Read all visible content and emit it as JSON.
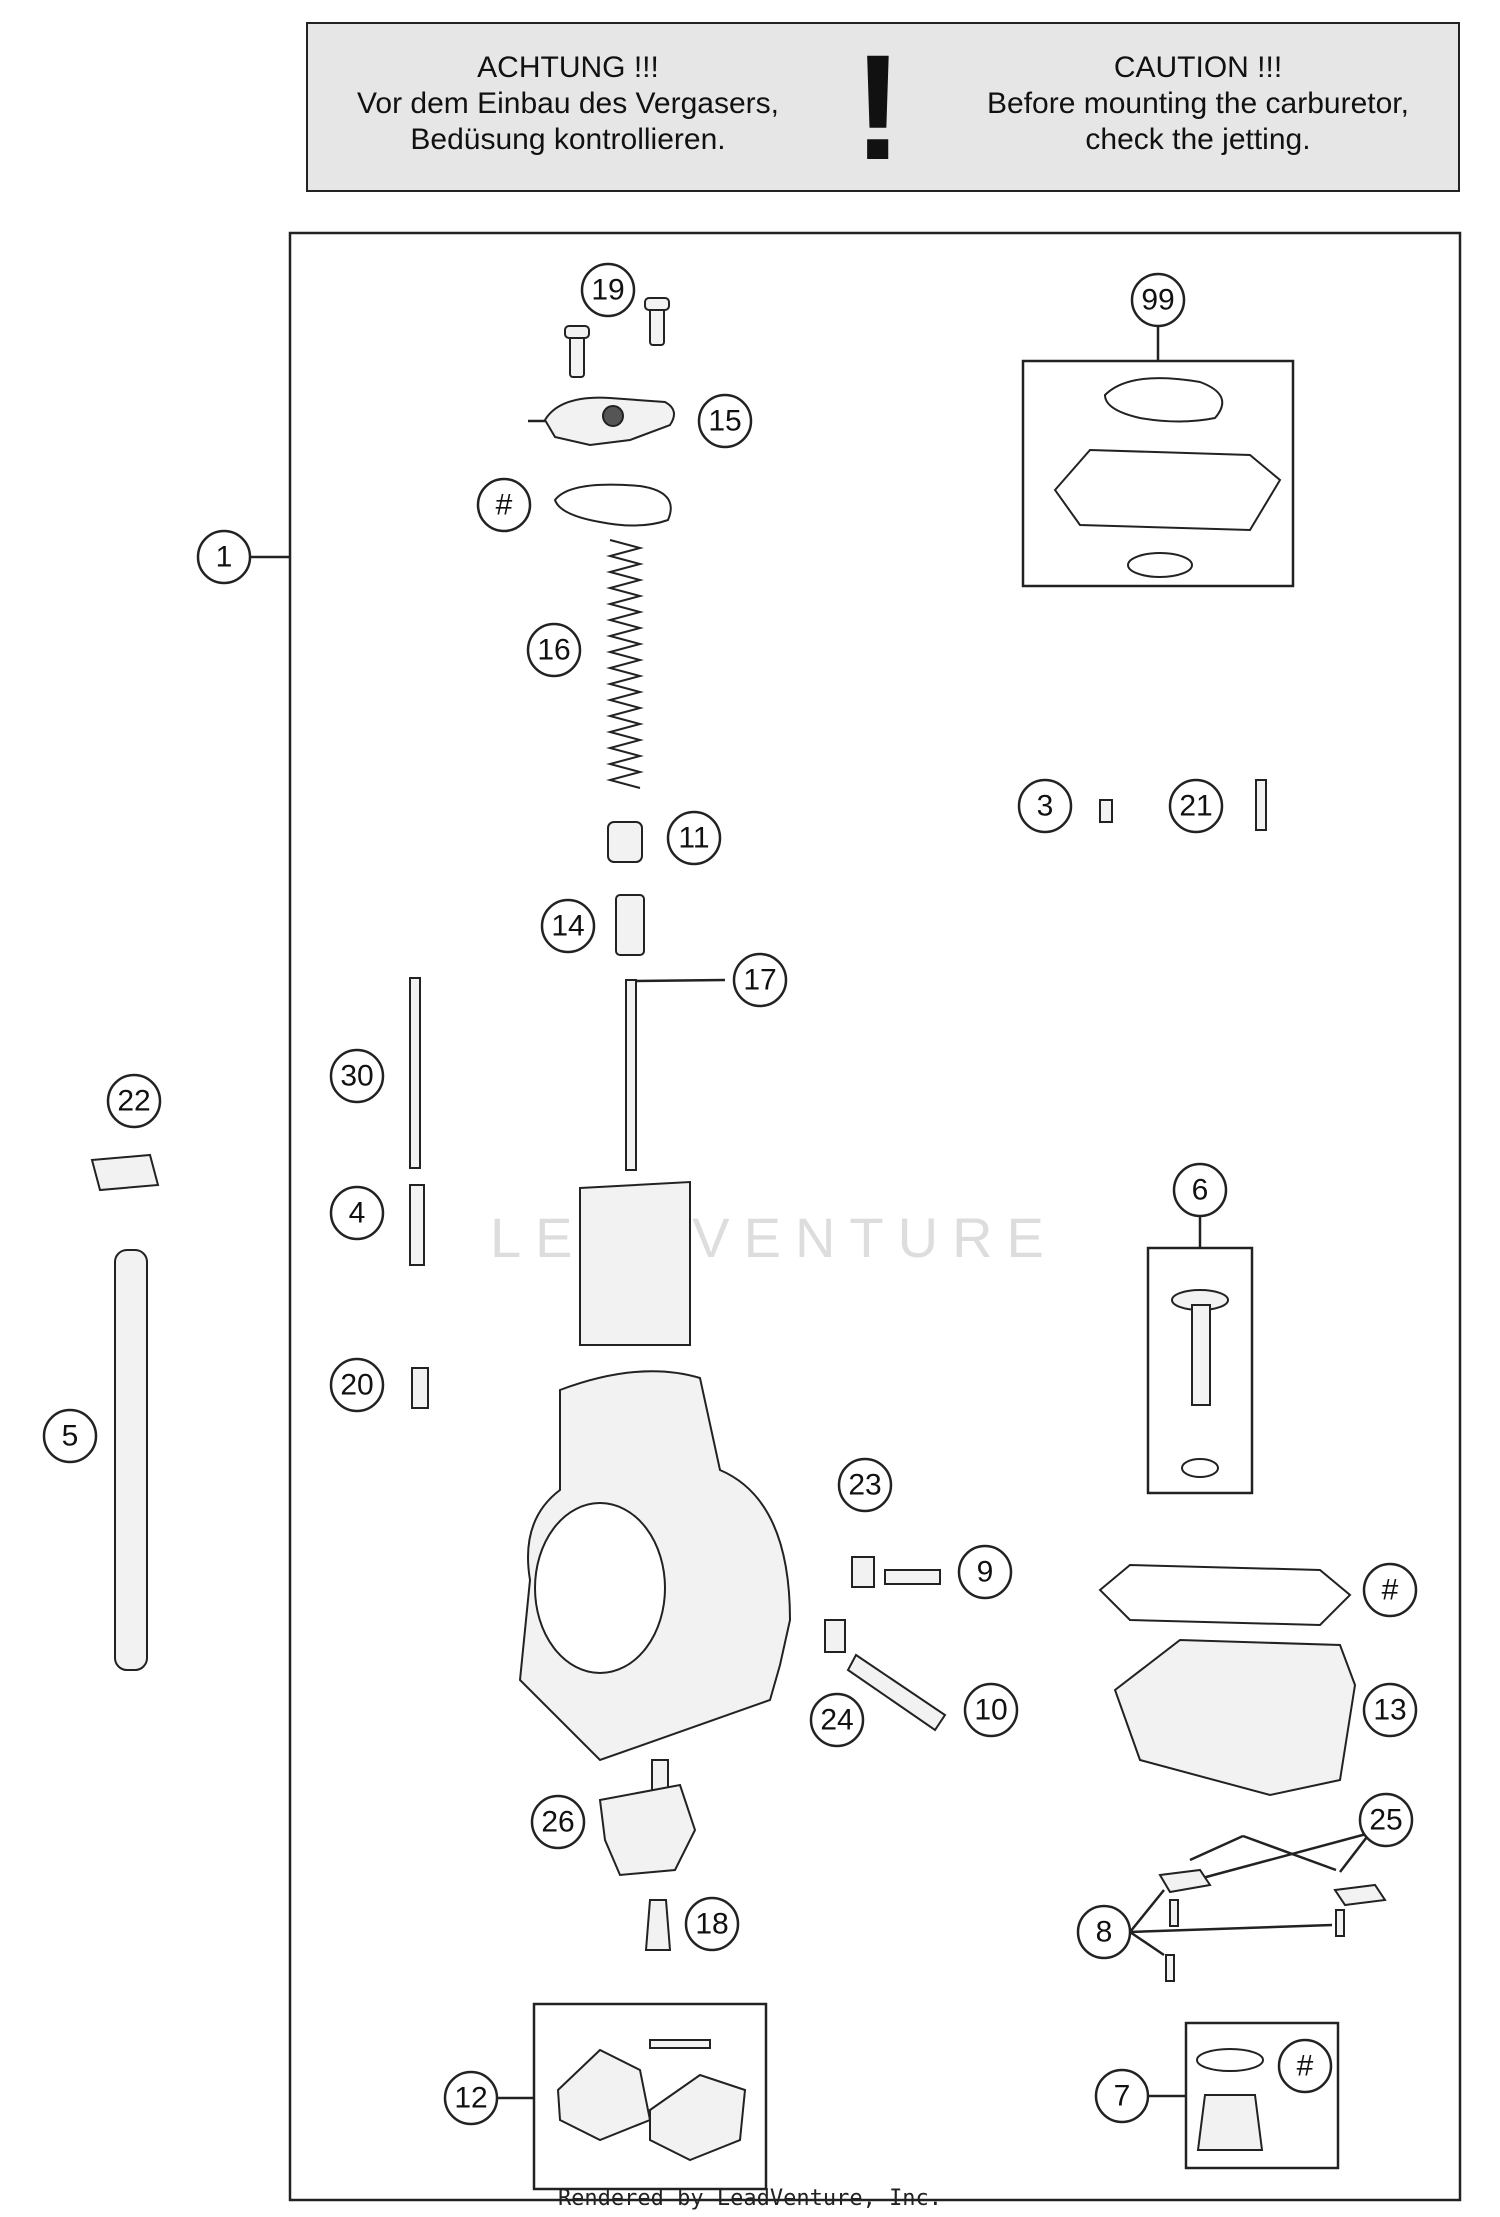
{
  "warning": {
    "de_lines": [
      "ACHTUNG !!!",
      "Vor dem Einbau des Vergasers,",
      "Bedüsung kontrollieren."
    ],
    "symbol": "!",
    "en_lines": [
      "CAUTION !!!",
      "Before mounting the carburetor,",
      "check the jetting."
    ]
  },
  "callouts": {
    "c1": "1",
    "c3": "3",
    "c4": "4",
    "c5": "5",
    "c6": "6",
    "c7": "7",
    "c8": "8",
    "c9": "9",
    "c10": "10",
    "c11": "11",
    "c12": "12",
    "c13": "13",
    "c14": "14",
    "c15": "15",
    "c16": "16",
    "c17": "17",
    "c18": "18",
    "c19": "19",
    "c20": "20",
    "c21": "21",
    "c22": "22",
    "c23": "23",
    "c24": "24",
    "c25": "25",
    "c26": "26",
    "c30": "30",
    "c99": "99",
    "h1": "#",
    "h2": "#",
    "h3": "#"
  },
  "watermark": "LEADVENTURE",
  "footer": "Rendered by LeadVenture, Inc.",
  "colors": {
    "line": "#222222",
    "warning_bg": "#e6e6e6",
    "part_fill": "#f2f2f2",
    "part_dark": "#555555"
  }
}
